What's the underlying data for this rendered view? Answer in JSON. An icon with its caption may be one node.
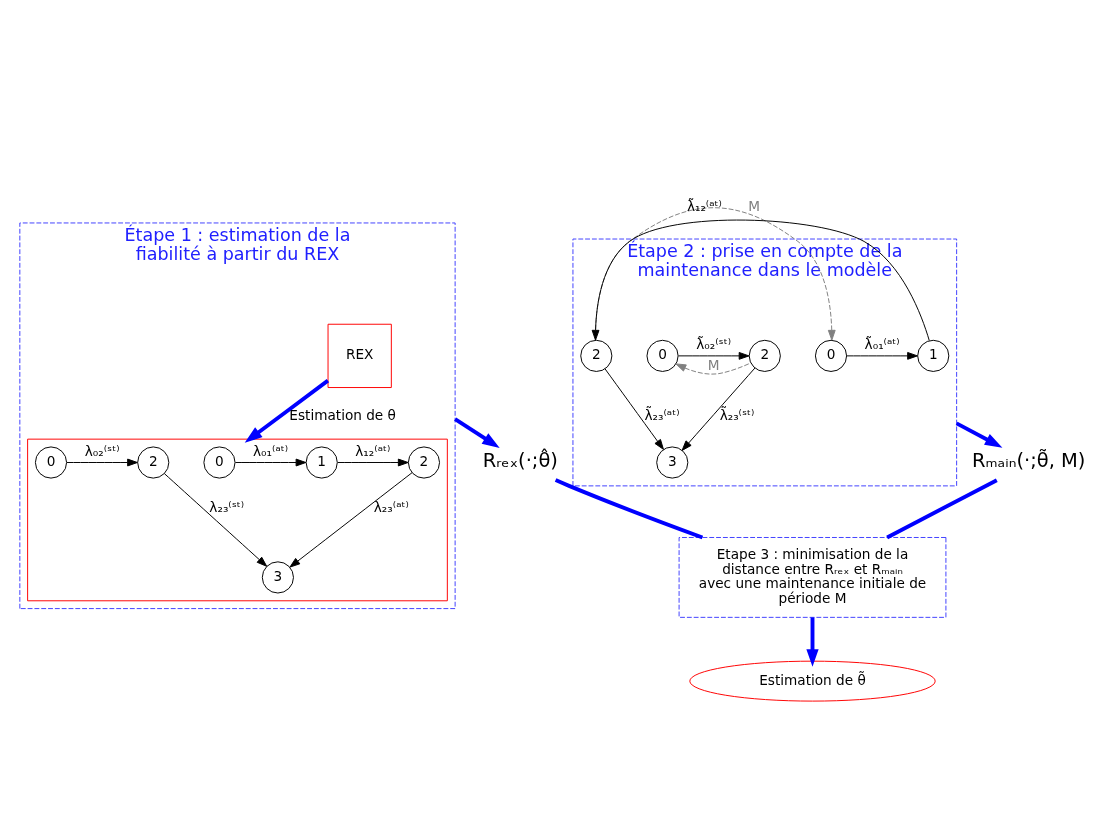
{
  "diagram": {
    "nodes": [
      {
        "text": [
          "Étape 1 : estimation de la fiabilité à partir du REX"
        ]
      },
      {
        "text": [
          "REX"
        ],
        "in": 0
      },
      {
        "text": [],
        "shape": "box",
        "in": 0
      },
      {
        "text": [
          "0"
        ],
        "in": 2
      },
      {
        "text": [
          "1"
        ],
        "in": 2
      },
      {
        "text": [
          "2"
        ],
        "in": 2
      },
      {
        "text": [
          "3"
        ],
        "in": 2
      },
      {
        "text": [
          "0"
        ],
        "in": 2
      },
      {
        "text": [
          "2"
        ],
        "in": 2
      },
      {
        "text": [
          "Étape 2 : prise en compte de la maintenance dans le modèle"
        ]
      },
      {
        "text": [
          "0"
        ],
        "in": 9
      },
      {
        "text": [
          "1"
        ],
        "in": 9
      },
      {
        "text": [
          "2"
        ],
        "in": 9
      },
      {
        "text": [
          "3"
        ],
        "in": 9
      },
      {
        "text": [
          "0"
        ],
        "in": 9
      },
      {
        "text": [
          "2"
        ],
        "in": 9
      },
      {
        "text": [
          "Rᵣₑₓ(·;θ̂)"
        ]
      },
      {
        "text": [
          "Rₘₐᵢₙ(·;θ̃, M)"
        ]
      },
      {
        "text": [
          "Etape 3 : minimisation de la distance entre Rᵣₑₓ et Rₘₐᵢₙ avec une maintenance initiale de période M"
        ]
      },
      {
        "text": [
          "Estimation de θ̃"
        ]
      }
    ],
    "edges": [
      {
        "from": 1,
        "to": 2,
        "arrow": "to",
        "label": "Estimation de θ",
        "style": "thick",
        "color": "#0000ff"
      },
      {
        "from": 3,
        "to": 4,
        "arrow": "to",
        "label": "λ₀₁⁽ᵃᵗ⁾"
      },
      {
        "from": 4,
        "to": 5,
        "arrow": "to",
        "label": "λ₁₂⁽ᵃᵗ⁾"
      },
      {
        "from": 5,
        "to": 6,
        "arrow": "to",
        "label": "λ₂₃⁽ᵃᵗ⁾"
      },
      {
        "from": 7,
        "to": 8,
        "arrow": "to",
        "label": "λ₀₂⁽ˢᵗ⁾"
      },
      {
        "from": 8,
        "to": 6,
        "arrow": "to",
        "label": "λ₂₃⁽ˢᵗ⁾"
      },
      {
        "from": 10,
        "to": 11,
        "arrow": "to",
        "label": "λ̃₀₁⁽ᵃᵗ⁾"
      },
      {
        "from": 11,
        "to": 12,
        "arrow": "to",
        "label": "λ̃₁₂⁽ᵃᵗ⁾"
      },
      {
        "from": 12,
        "to": 13,
        "arrow": "to",
        "label": "λ̃₂₃⁽ᵃᵗ⁾"
      },
      {
        "from": 12,
        "to": 10,
        "arrow": "to",
        "label": "M",
        "style": "dashed",
        "color": "#808080"
      },
      {
        "from": 14,
        "to": 15,
        "arrow": "to",
        "label": "λ̃₀₂⁽ˢᵗ⁾"
      },
      {
        "from": 15,
        "to": 13,
        "arrow": "to",
        "label": "λ̃₂₃⁽ˢᵗ⁾"
      },
      {
        "from": 15,
        "to": 14,
        "arrow": "to",
        "label": "M",
        "style": "dashed",
        "color": "#808080"
      },
      {
        "from": 0,
        "to": 16,
        "arrow": "to",
        "style": "thick",
        "color": "#0000ff"
      },
      {
        "from": 9,
        "to": 17,
        "arrow": "to",
        "style": "thick",
        "color": "#0000ff"
      },
      {
        "from": 16,
        "to": 18,
        "arrow": "none",
        "style": "thick",
        "color": "#0000ff"
      },
      {
        "from": 17,
        "to": 18,
        "arrow": "none",
        "style": "thick",
        "color": "#0000ff"
      },
      {
        "from": 18,
        "to": 19,
        "arrow": "to",
        "style": "thick",
        "color": "#0000ff"
      }
    ]
  }
}
